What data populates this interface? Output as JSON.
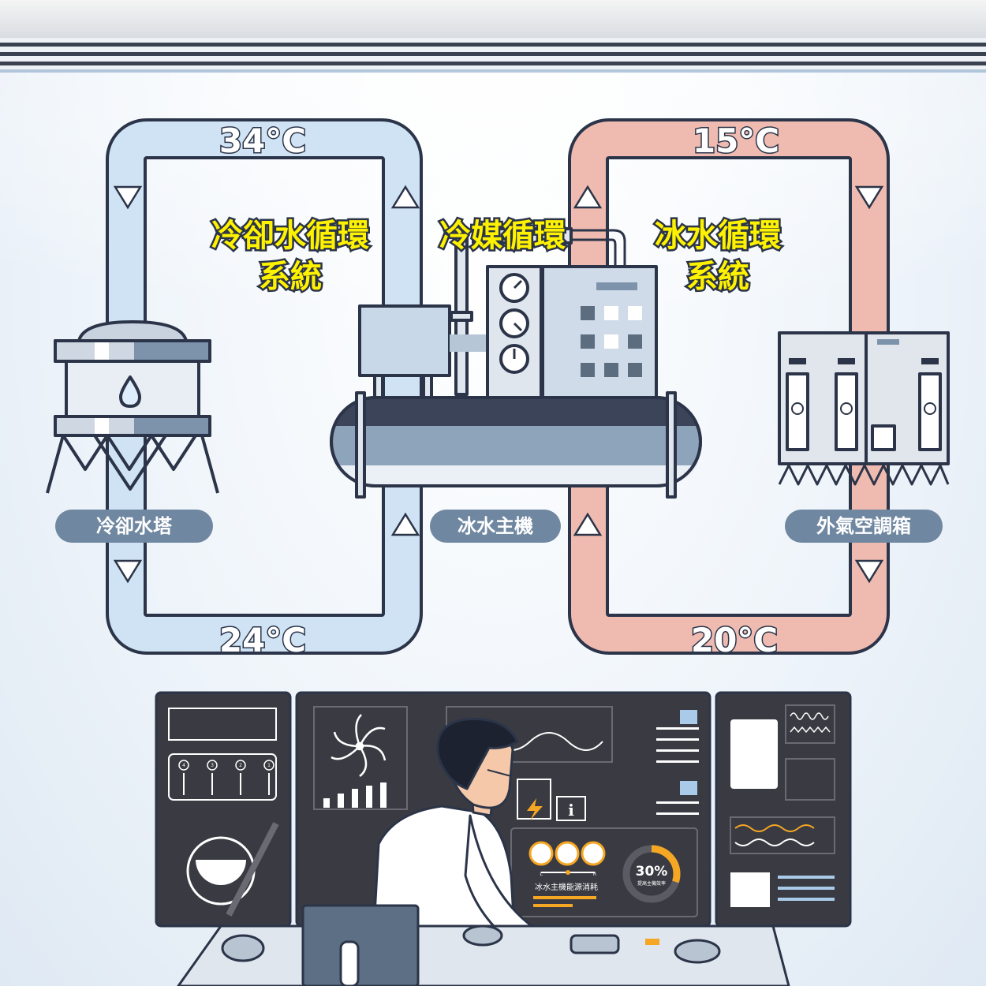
{
  "cooling_water_loop": {
    "title_line1": "冷卻水循環",
    "title_line2": "系統",
    "top_temp": "34°C",
    "bottom_temp": "24°C",
    "color": "#cfe3f5"
  },
  "refrigerant_loop": {
    "title": "冷媒循環"
  },
  "chilled_water_loop": {
    "title_line1": "冰水循環",
    "title_line2": "系統",
    "top_temp": "15°C",
    "bottom_temp": "20°C",
    "color": "#efbbb0"
  },
  "equipment": {
    "cooling_tower": "冷卻水塔",
    "chiller": "冰水主機",
    "air_handler": "外氣空調箱"
  },
  "control_panel": {
    "energy_label": "冰水主機能源消耗",
    "efficiency_percent": "30%",
    "efficiency_label": "提高主機效率",
    "efficiency_value": 0.3,
    "dial_low": "L",
    "dial_high": "R",
    "channel_labels": [
      "4",
      "3",
      "2",
      "1"
    ],
    "accent": "#f5a623"
  }
}
